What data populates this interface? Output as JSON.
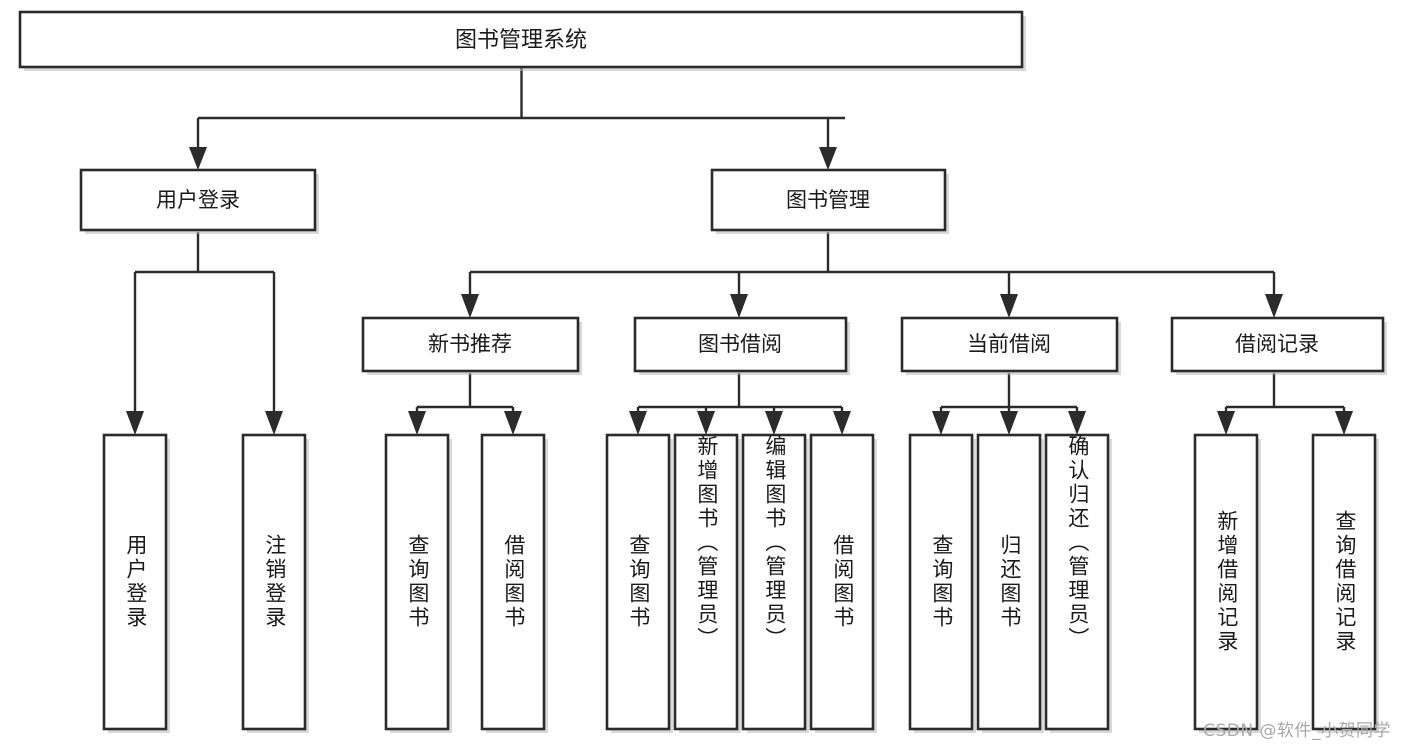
{
  "diagram": {
    "title": "图书管理系统",
    "watermark": "CSDN @软件_小贺同学",
    "type": "tree-hierarchy",
    "root": {
      "id": "root",
      "label": "图书管理系统",
      "level": 0
    },
    "level1": [
      {
        "id": "user-login",
        "label": "用户登录"
      },
      {
        "id": "book-management",
        "label": "图书管理"
      }
    ],
    "level2": [
      {
        "id": "new-book-recommend",
        "label": "新书推荐",
        "parent": "book-management"
      },
      {
        "id": "book-borrow",
        "label": "图书借阅",
        "parent": "book-management"
      },
      {
        "id": "current-borrow",
        "label": "当前借阅",
        "parent": "book-management"
      },
      {
        "id": "borrow-record",
        "label": "借阅记录",
        "parent": "book-management"
      }
    ],
    "leaves": {
      "user_login": [
        {
          "id": "leaf-user-login",
          "label": "用户登录"
        },
        {
          "id": "leaf-logout-login",
          "label": "注销登录"
        }
      ],
      "new_book_recommend": [
        {
          "id": "leaf-query-book-1",
          "label": "查询图书"
        },
        {
          "id": "leaf-borrow-book-1",
          "label": "借阅图书"
        }
      ],
      "book_borrow": [
        {
          "id": "leaf-query-book-2",
          "label": "查询图书"
        },
        {
          "id": "leaf-add-book",
          "label": "新增图书（管理员）"
        },
        {
          "id": "leaf-edit-book",
          "label": "编辑图书（管理员）"
        },
        {
          "id": "leaf-borrow-book-2",
          "label": "借阅图书"
        }
      ],
      "current_borrow": [
        {
          "id": "leaf-query-book-3",
          "label": "查询图书"
        },
        {
          "id": "leaf-return-book",
          "label": "归还图书"
        },
        {
          "id": "leaf-confirm-return",
          "label": "确认归还（管理员）"
        }
      ],
      "borrow_record": [
        {
          "id": "leaf-add-record",
          "label": "新增借阅记录"
        },
        {
          "id": "leaf-query-record",
          "label": "查询借阅记录"
        }
      ]
    },
    "colors": {
      "background": "#ffffff",
      "node_fill": "#ffffff",
      "node_stroke": "#2b2b2b",
      "text": "#1a1a1a",
      "watermark": "#a8a8a8"
    }
  }
}
